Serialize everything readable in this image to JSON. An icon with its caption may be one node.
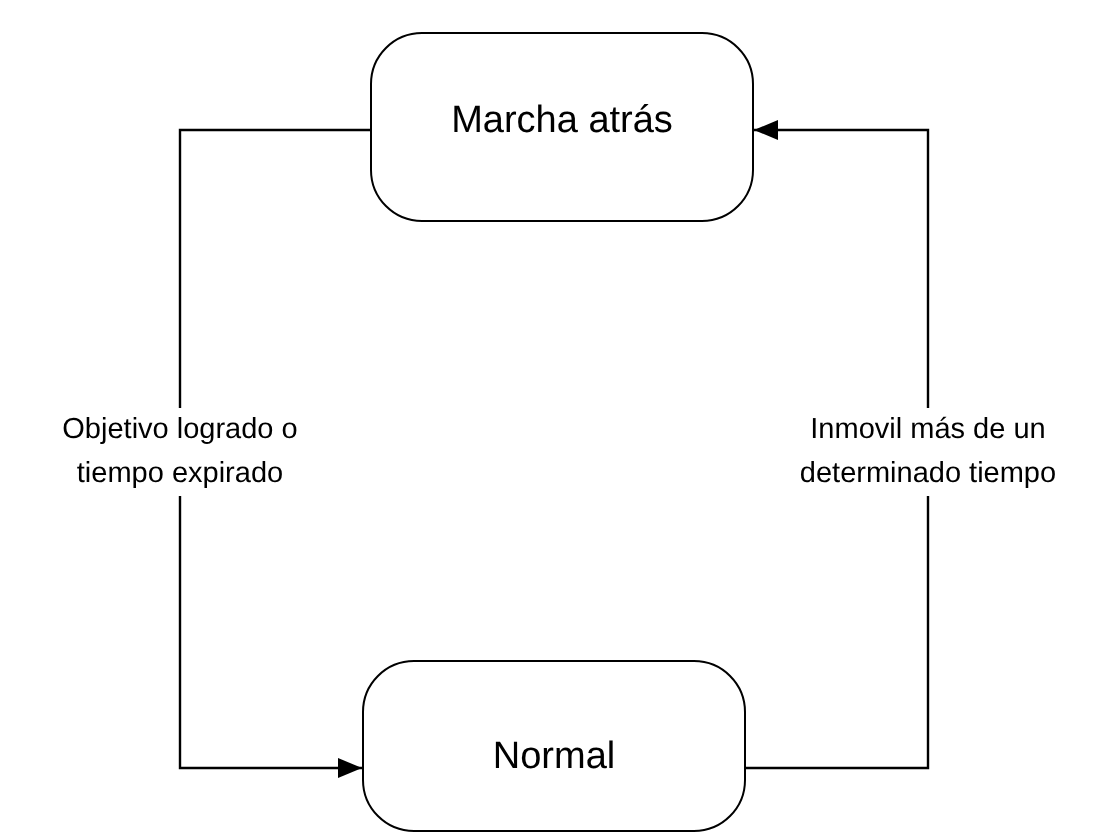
{
  "diagram": {
    "nodes": [
      {
        "text": [
          "Marcha atrás"
        ]
      },
      {
        "text": [
          "Normal"
        ]
      }
    ],
    "edges": [
      {
        "from": 0,
        "to": 1,
        "arrow": "to",
        "label": "Objetivo logrado o tiempo expirado"
      },
      {
        "from": 1,
        "to": 0,
        "arrow": "to",
        "label": "Inmovil más de un determinado tiempo"
      }
    ]
  }
}
